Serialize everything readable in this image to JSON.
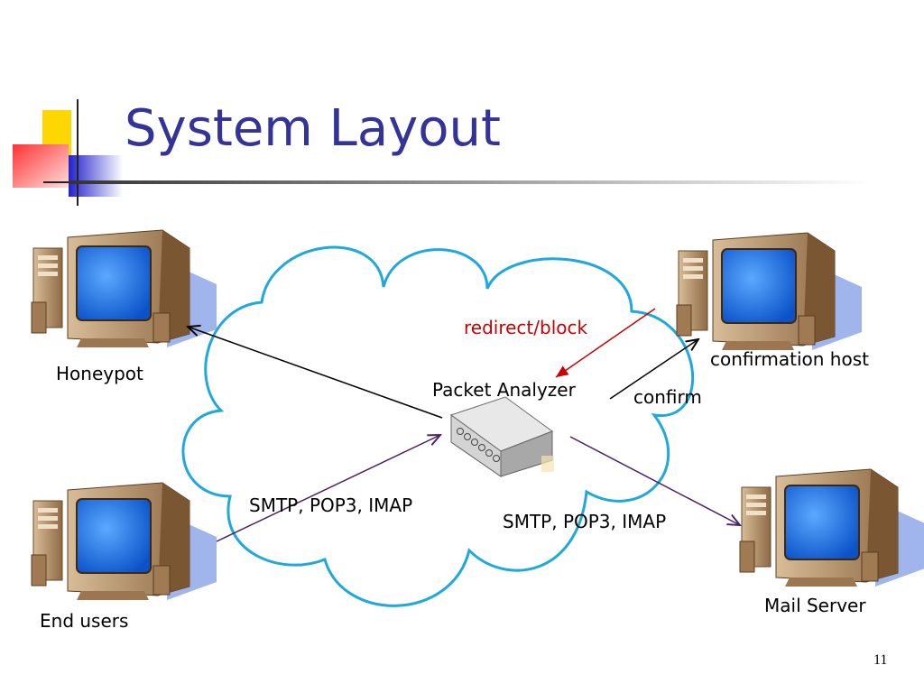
{
  "title": "System Layout",
  "nodes": {
    "honeypot": "Honeypot",
    "end_users": "End users",
    "confirmation_host": "confirmation host",
    "mail_server": "Mail Server",
    "packet_analyzer": "Packet Analyzer"
  },
  "edges": {
    "redirect_block": "redirect/block",
    "confirm": "confirm",
    "smtp_in": "SMTP, POP3, IMAP",
    "smtp_out": "SMTP, POP3, IMAP"
  },
  "slide_number": "11",
  "colors": {
    "title": "#333399",
    "cloud_stroke": "#1fa8dc",
    "redirect": "#cc0000",
    "mail_arrow": "#4b1f6b",
    "monitor_body": "#b7926a",
    "screen": "#1e90ff"
  }
}
